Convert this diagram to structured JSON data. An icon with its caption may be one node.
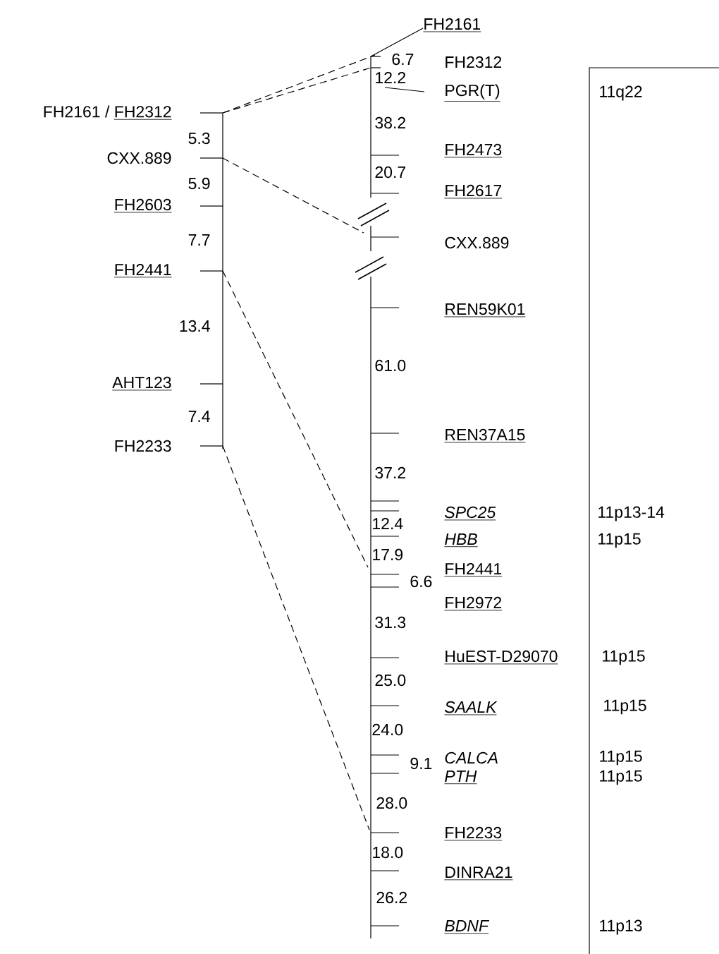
{
  "diagram": {
    "nodes": [
      {
        "text": [
          "FH2161 /",
          "FH2312"
        ]
      },
      {
        "text": [
          "CXX.889"
        ]
      },
      {
        "text": [
          "FH2603"
        ]
      },
      {
        "text": [
          "FH2441"
        ]
      },
      {
        "text": [
          "AHT123"
        ]
      },
      {
        "text": [
          "FH2233"
        ]
      },
      {
        "text": [
          "FH2161"
        ]
      },
      {
        "text": [
          "FH2312"
        ]
      },
      {
        "text": [
          "PGR(T)"
        ]
      },
      {
        "text": [
          "FH2473"
        ]
      },
      {
        "text": [
          "FH2617"
        ]
      },
      {
        "text": [
          "CXX.889"
        ]
      },
      {
        "text": [
          "REN59K01"
        ]
      },
      {
        "text": [
          "REN37A15"
        ]
      },
      {
        "text": [
          "SPC25"
        ]
      },
      {
        "text": [
          "HBB"
        ]
      },
      {
        "text": [
          "FH2441"
        ]
      },
      {
        "text": [
          "FH2972"
        ]
      },
      {
        "text": [
          "HuEST-D29070"
        ]
      },
      {
        "text": [
          "SAALK"
        ]
      },
      {
        "text": [
          "CALCA"
        ]
      },
      {
        "text": [
          "PTH"
        ]
      },
      {
        "text": [
          "FH2233"
        ]
      },
      {
        "text": [
          "DINRA21"
        ]
      },
      {
        "text": [
          "BDNF"
        ]
      }
    ],
    "edges": [
      {
        "from": 0,
        "to": 6,
        "arrow": "none",
        "style": "dashed"
      },
      {
        "from": 0,
        "to": 7,
        "arrow": "none",
        "style": "dashed"
      },
      {
        "from": 1,
        "to": 11,
        "arrow": "none",
        "style": "dashed"
      },
      {
        "from": 3,
        "to": 16,
        "arrow": "none",
        "style": "dashed"
      },
      {
        "from": 5,
        "to": 22,
        "arrow": "none",
        "style": "dashed"
      }
    ],
    "labels": [
      "6.7",
      "12.2",
      "11q22",
      "38.2",
      "5.3",
      "20.7",
      "5.9",
      "7.7",
      "13.4",
      "61.0",
      "7.4",
      "37.2",
      "11p13-14",
      "12.4",
      "11p15",
      "17.9",
      "6.6",
      "31.3",
      "11p15",
      "25.0",
      "11p15",
      "24.0",
      "11p15",
      "9.1",
      "11p15",
      "28.0",
      "18.0",
      "26.2",
      "11p13"
    ]
  }
}
